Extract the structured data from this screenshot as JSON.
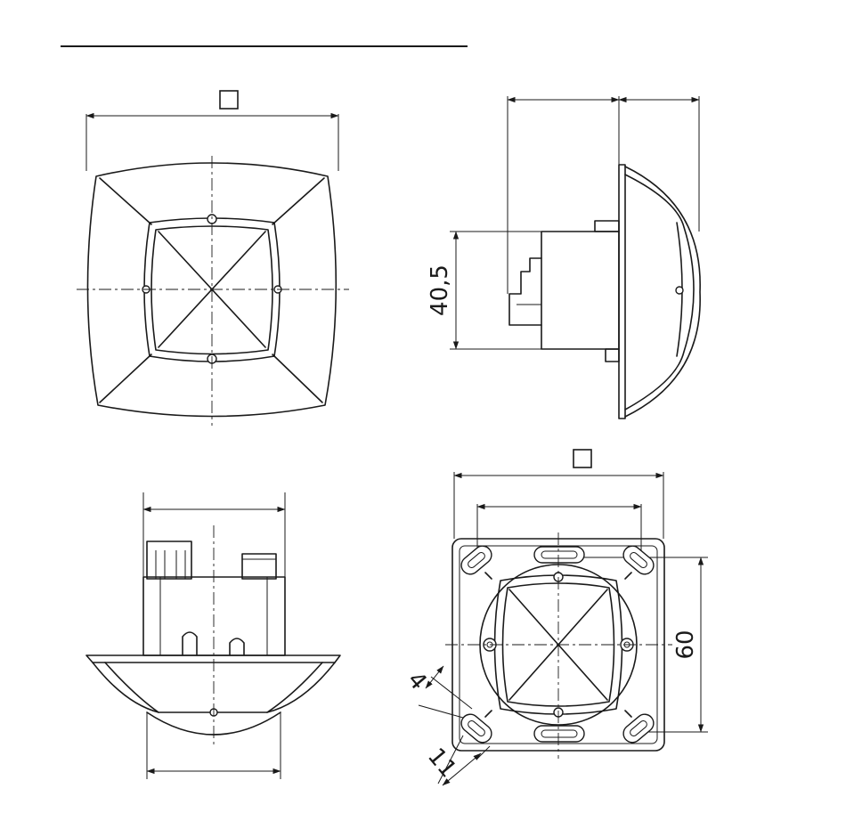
{
  "dimensions": {
    "height_side": "40,5",
    "hole_spacing": "60",
    "slot_width": "4",
    "slot_length": "11"
  },
  "symbols": {
    "square_top": "square-symbol",
    "square_mount": "square-symbol"
  }
}
